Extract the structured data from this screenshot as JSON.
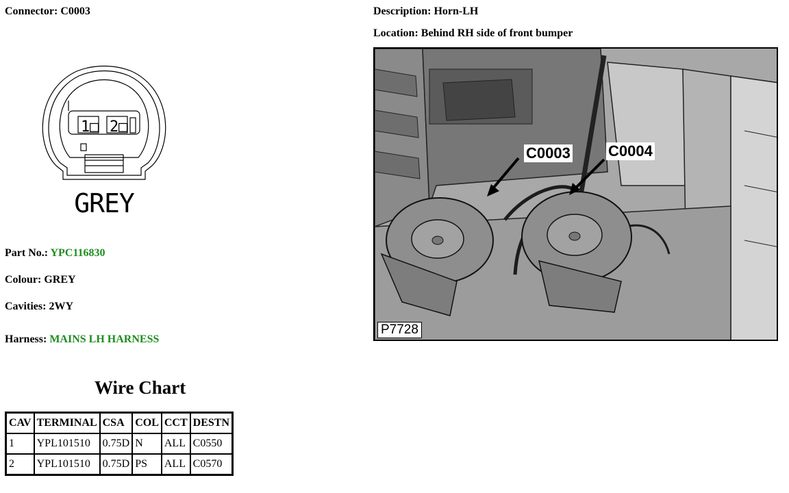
{
  "connector": {
    "label": "Connector:",
    "value": "C0003"
  },
  "description": {
    "label": "Description:",
    "value": "Horn-LH"
  },
  "location": {
    "label": "Location:",
    "value": "Behind RH side of front bumper"
  },
  "drawing": {
    "pin1": "1",
    "pin2": "2",
    "colour_text": "GREY"
  },
  "part_no": {
    "label": "Part No.:",
    "value": "YPC116830"
  },
  "colour": {
    "label": "Colour:",
    "value": "GREY"
  },
  "cavities": {
    "label": "Cavities:",
    "value": "2WY"
  },
  "harness": {
    "label": "Harness:",
    "value": "MAINS LH HARNESS"
  },
  "wire_chart": {
    "title": "Wire Chart",
    "headers": [
      "CAV",
      "TERMINAL",
      "CSA",
      "COL",
      "CCT",
      "DESTN"
    ],
    "rows": [
      [
        "1",
        "YPL101510",
        "0.75D",
        "N",
        "ALL",
        "C0550"
      ],
      [
        "2",
        "YPL101510",
        "0.75D",
        "PS",
        "ALL",
        "C0570"
      ]
    ]
  },
  "photo": {
    "callout_a": "C0003",
    "callout_b": "C0004",
    "id": "P7728"
  },
  "colors": {
    "link_green": "#1e8c1e"
  }
}
